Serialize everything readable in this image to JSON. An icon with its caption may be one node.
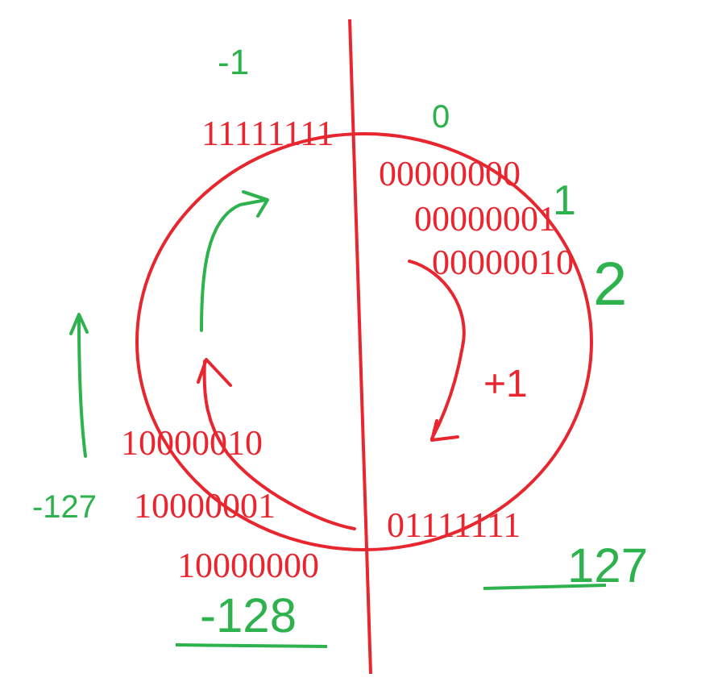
{
  "diagram": {
    "labels": [
      "-1",
      "0",
      "11111111",
      "00000000",
      "1",
      "00000001",
      "2",
      "00000010",
      "+1",
      "10000010",
      "-127",
      "10000001",
      "01111111",
      "127",
      "10000000",
      "-128"
    ]
  }
}
